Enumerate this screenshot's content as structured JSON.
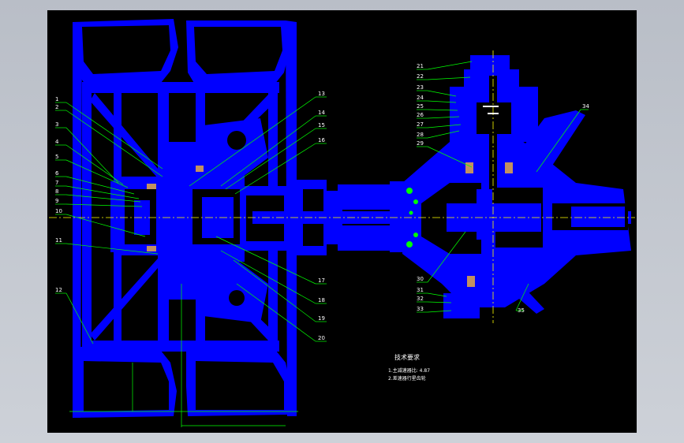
{
  "colors": {
    "background": "#000000",
    "part": "#0000ff",
    "leader": "#00ff00",
    "centerline": "#ffff00",
    "text": "#ffffff",
    "frame": "#c8ccd3"
  },
  "left_labels": [
    "1",
    "2",
    "3",
    "4",
    "5",
    "6",
    "7",
    "8",
    "9",
    "10",
    "11",
    "12"
  ],
  "mid_labels": [
    "13",
    "14",
    "15",
    "16",
    "17",
    "18",
    "19",
    "20"
  ],
  "right_labels": [
    "21",
    "22",
    "23",
    "24",
    "25",
    "26",
    "27",
    "28",
    "29",
    "30",
    "31",
    "32",
    "33"
  ],
  "side_labels": {
    "right_top": "34",
    "right_bottom": "35"
  },
  "tech": {
    "title": "技术要求",
    "lines": [
      "1.主减速器比:  4.87",
      "2.差速器行星齿轮"
    ]
  }
}
